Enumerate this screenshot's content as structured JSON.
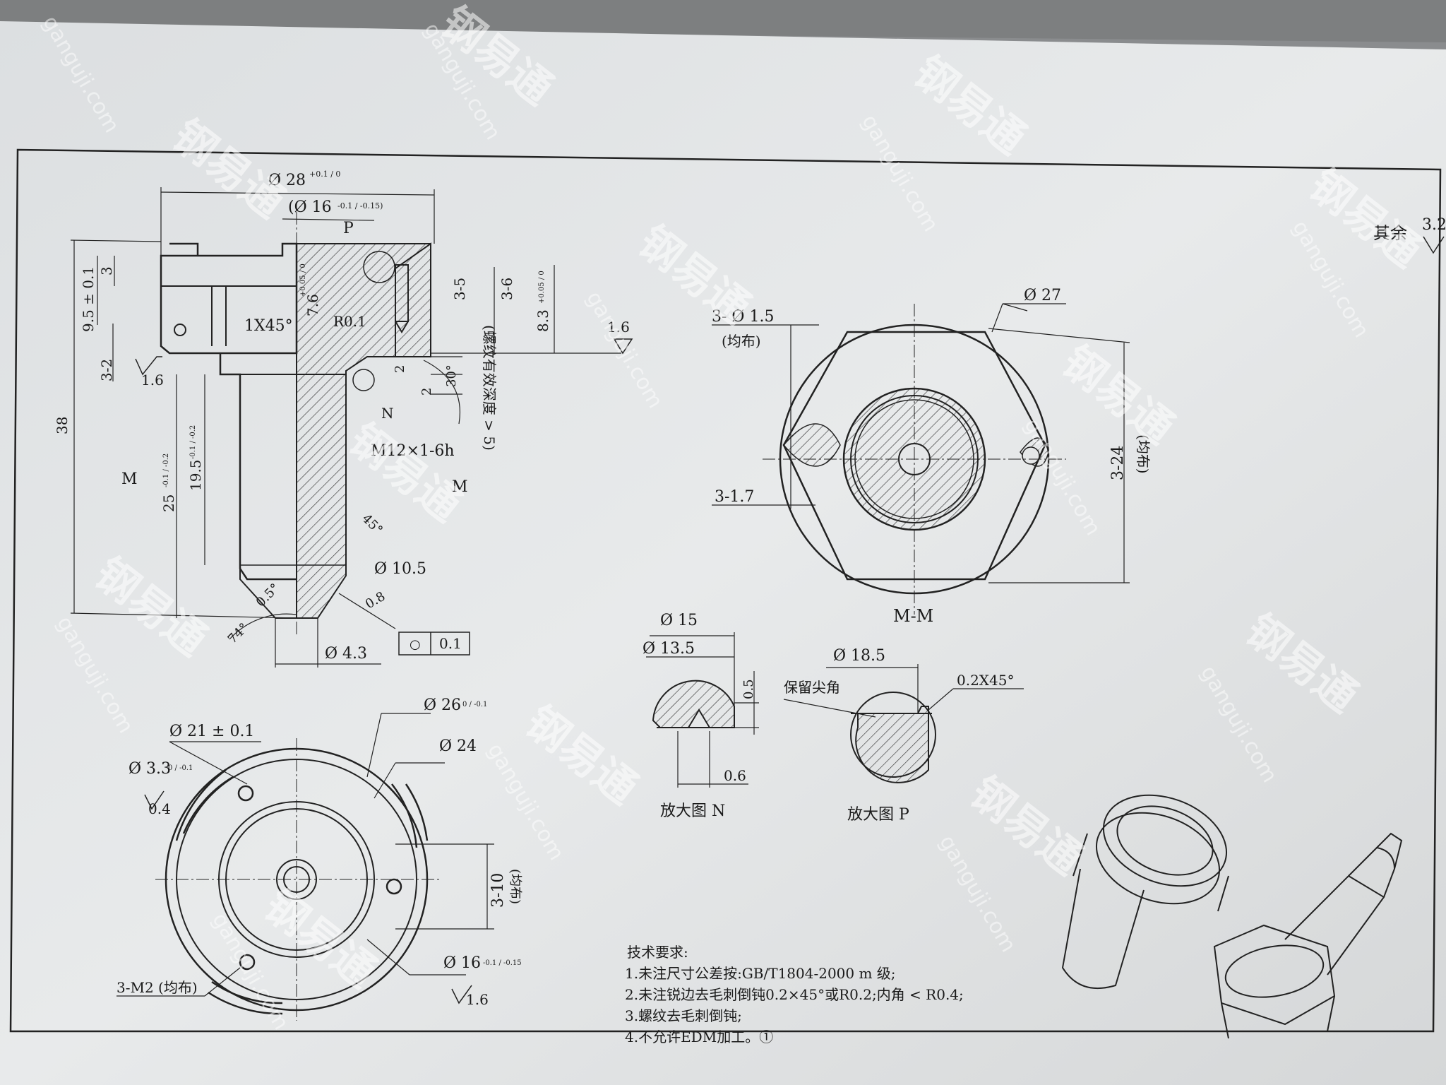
{
  "top_view": {
    "d28": "Ø 28",
    "d28_tol": "+0.1 / 0",
    "d16": "(Ø 16",
    "d16_tol": "-0.1 / -0.15)",
    "p_label": "P",
    "h9_5": "9.5 ± 0.1",
    "h3": "3",
    "chamfer": "1X45°",
    "h7_6": "7.6",
    "h7_6_tol": "+0.05 / 0",
    "r01": "R0.1",
    "h3_5": "3-5",
    "thread_note": "(螺纹有效深度 > 5)",
    "h3_6": "3-6",
    "h8_3": "8.3",
    "h8_3_tol": "+0.05 / 0",
    "rough16a": "1.6",
    "rough16b": "1.6",
    "h3_2": "3-2",
    "h2a": "2",
    "h2b": "2",
    "a30": "30°",
    "n_label": "N",
    "h38": "38",
    "m_left": "M",
    "m_right": "M",
    "h25": "25",
    "h25_tol": "-0.1 / -0.2",
    "h19_5": "19.5",
    "h19_5_tol": "-0.1 / -0.2",
    "thread": "M12×1-6h",
    "a45": "45°",
    "d10_5": "Ø 10.5",
    "cham05": "0.5°",
    "rough08": "0.8",
    "a74": "74°",
    "d4_3": "Ø 4.3",
    "tol_sym": "○",
    "tol_val": "0.1"
  },
  "section_mm": {
    "holes": "3- Ø 1.5",
    "holes_note": "(均布)",
    "d27": "Ø 27",
    "w1_7": "3-1.7",
    "h24": "3-24",
    "h24_note": "(均布)",
    "label": "M-M"
  },
  "corner": {
    "rest": "其余",
    "rough": "3.2"
  },
  "bottom_view": {
    "d21": "Ø 21 ± 0.1",
    "d3_3": "Ø 3.3",
    "d3_3_tol": "0 / -0.1",
    "rough04": "0.4",
    "d26": "Ø 26",
    "d26_tol": "0 / -0.1",
    "d24": "Ø 24",
    "w3_10": "3-10",
    "w3_10_note": "(均布)",
    "m2": "3-M2 (均布)",
    "d16": "Ø 16",
    "d16_tol": "-0.1 / -0.15",
    "rough16": "1.6"
  },
  "detail_n": {
    "d15": "Ø 15",
    "d13_5": "Ø 13.5",
    "h0_5": "0.5",
    "w0_6": "0.6",
    "label": "放大图 N"
  },
  "detail_p": {
    "d18_5": "Ø 18.5",
    "keep": "保留尖角",
    "cham": "0.2X45°",
    "label": "放大图 P"
  },
  "tech": {
    "title": "技术要求:",
    "lines": [
      "1.未注尺寸公差按:GB/T1804-2000 m 级;",
      "2.未注锐边去毛刺倒钝0.2×45°或R0.2;内角 < R0.4;",
      "3.螺纹去毛刺倒钝;",
      "4.不允许EDM加工。①"
    ]
  },
  "watermark": {
    "brand": "钢易通",
    "site": "ganguji.com"
  }
}
